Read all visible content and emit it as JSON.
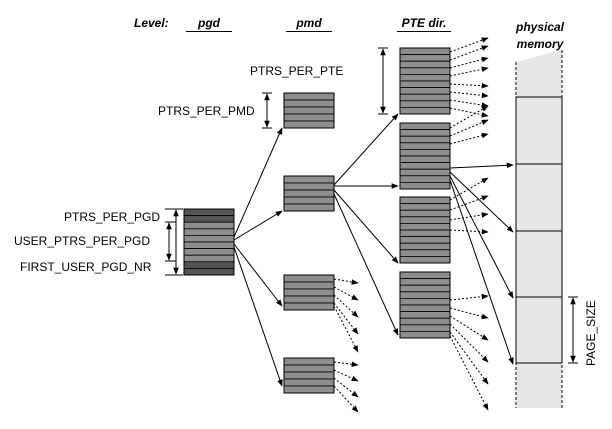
{
  "headers": {
    "level": "Level:",
    "pgd": "pgd",
    "pmd": "pmd",
    "pte": "PTE dir.",
    "physical_line1": "physical",
    "physical_line2": "memory"
  },
  "labels": {
    "ptrs_per_pte": "PTRS_PER_PTE",
    "ptrs_per_pmd": "PTRS_PER_PMD",
    "ptrs_per_pgd": "PTRS_PER_PGD",
    "user_ptrs_per_pgd": "USER_PTRS_PER_PGD",
    "first_user_pgd_nr": "FIRST_USER_PGD_NR",
    "page_size": "PAGE_SIZE"
  },
  "colors": {
    "table_light": "#8e8e8e",
    "table_dark": "#555555",
    "memory_fill": "#e6e6e6",
    "line": "#000000"
  }
}
